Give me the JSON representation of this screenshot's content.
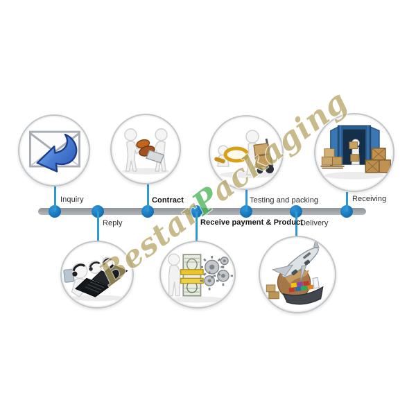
{
  "page": {
    "background_color": "#ffffff",
    "title": "Order process flow diagram"
  },
  "timeline": {
    "bar_color": "#9da1a5",
    "dot_color": "#1a7dc2",
    "connector_color": "#2f9ad2"
  },
  "watermark": {
    "part1": "Bestar",
    "part2": "P",
    "part3": "ackaging",
    "khaki_color": "#b3a05e",
    "green_color": "#3cae4b"
  },
  "steps": [
    {
      "id": "inquiry",
      "label": "Inquiry",
      "side": "top",
      "icon": "envelope-reply-icon"
    },
    {
      "id": "reply",
      "label": "Reply",
      "side": "bottom",
      "icon": "support-team-icon"
    },
    {
      "id": "contract",
      "label": "Contract",
      "side": "top",
      "icon": "figures-exchange-icon"
    },
    {
      "id": "receive-payment",
      "label": "Receive payment & Product",
      "side": "bottom",
      "icon": "payment-production-icon"
    },
    {
      "id": "testing-packing",
      "label": "Testing and packing",
      "side": "top",
      "icon": "magnifier-handtruck-icon"
    },
    {
      "id": "delivery",
      "label": "Delivery",
      "side": "bottom",
      "icon": "plane-globe-ship-icon"
    },
    {
      "id": "receiving",
      "label": "Receiving",
      "side": "top",
      "icon": "container-unloading-icon"
    }
  ]
}
